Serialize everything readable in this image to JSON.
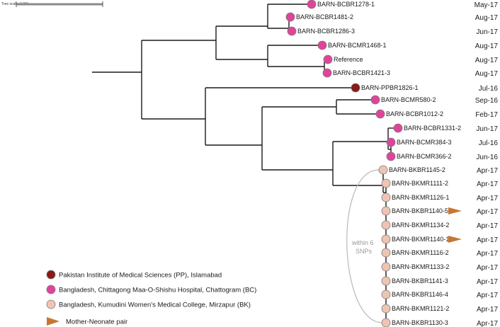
{
  "scale_bar": {
    "label": "Tree scale: 0.001"
  },
  "colors": {
    "PP": "#8b1a1a",
    "BC": "#e0449a",
    "BK": "#eec4b3",
    "pair": "#c8762f"
  },
  "leaves": [
    {
      "id": "BARN-BCBR1278-1",
      "date": "May-17",
      "group": "BC"
    },
    {
      "id": "BARN-BCBR1481-2",
      "date": "Aug-17",
      "group": "BC"
    },
    {
      "id": "BARN-BCBR1286-3",
      "date": "Jun-17",
      "group": "BC"
    },
    {
      "id": "BARN-BCMR1468-1",
      "date": "Aug-17",
      "group": "BC"
    },
    {
      "id": "Reference",
      "date": "Aug-17",
      "group": "BC"
    },
    {
      "id": "BARN-BCBR1421-3",
      "date": "Aug-17",
      "group": "BC"
    },
    {
      "id": "BARN-PPBR1826-1",
      "date": "Jul-16",
      "group": "PP"
    },
    {
      "id": "BARN-BCMR580-2",
      "date": "Sep-16",
      "group": "BC"
    },
    {
      "id": "BARN-BCBR1012-2",
      "date": "Feb-17",
      "group": "BC"
    },
    {
      "id": "BARN-BCBR1331-2",
      "date": "Jun-17",
      "group": "BC"
    },
    {
      "id": "BARN-BCMR384-3",
      "date": "Jul-16",
      "group": "BC"
    },
    {
      "id": "BARN-BCMR366-2",
      "date": "Jun-16",
      "group": "BC"
    },
    {
      "id": "BARN-BKBR1145-2",
      "date": "Apr-17",
      "group": "BK"
    },
    {
      "id": "BARN-BKMR1111-2",
      "date": "Apr-17",
      "group": "BK"
    },
    {
      "id": "BARN-BKMR1126-1",
      "date": "Apr-17",
      "group": "BK"
    },
    {
      "id": "BARN-BKBR1140-5",
      "date": "Apr-17",
      "group": "BK",
      "pair": true
    },
    {
      "id": "BARN-BKMR1134-2",
      "date": "Apr-17",
      "group": "BK"
    },
    {
      "id": "BARN-BKMR1140-1",
      "date": "Apr-17",
      "group": "BK",
      "pair": true
    },
    {
      "id": "BARN-BKMR1116-2",
      "date": "Apr-17",
      "group": "BK"
    },
    {
      "id": "BARN-BKMR1133-2",
      "date": "Apr-17",
      "group": "BK"
    },
    {
      "id": "BARN-BKBR1141-3",
      "date": "Apr-17",
      "group": "BK"
    },
    {
      "id": "BARN-BKBR1146-4",
      "date": "Apr-17",
      "group": "BK"
    },
    {
      "id": "BARN-BKMR1121-2",
      "date": "Apr-17",
      "group": "BK"
    },
    {
      "id": "BARN-BKBR1130-3",
      "date": "Apr-17",
      "group": "BK"
    }
  ],
  "annotation": {
    "line1": "within 6",
    "line2": "SNPs"
  },
  "legend": [
    {
      "label": "Pakistan Institute of Medical Sciences (PP), Islamabad",
      "group": "PP"
    },
    {
      "label": "Bangladesh, Chittagong Maa-O-Shishu Hospital, Chattogram (BC)",
      "group": "BC"
    },
    {
      "label": "Bangladesh, Kumudini Women's Medical College, Mirzapur (BK)",
      "group": "BK"
    },
    {
      "label": "Mother-Neonate pair",
      "group": "pair"
    }
  ]
}
